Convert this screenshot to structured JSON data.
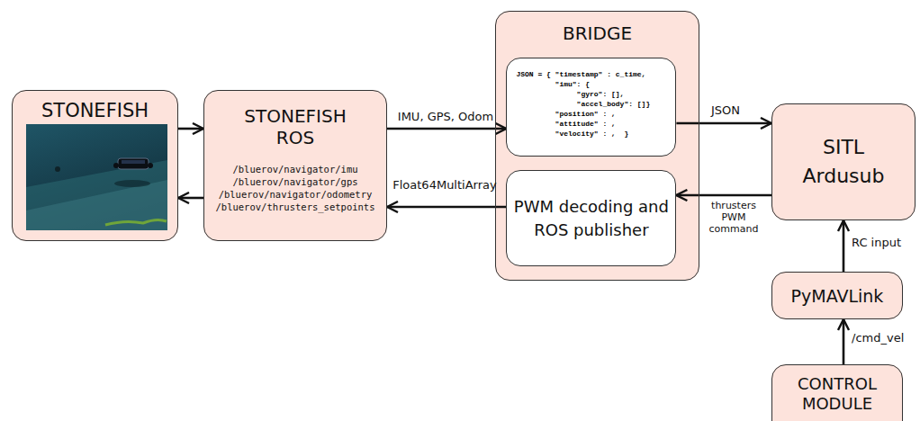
{
  "diagram": {
    "nodes": [
      {
        "text": [
          "STONEFISH"
        ]
      },
      {
        "text": [
          "STONEFISH ROS",
          "/bluerov/navigator/imu",
          "/bluerov/navigator/gps",
          "/bluerov/navigator/odometry",
          "/bluerov/thrusters_setpoints"
        ]
      },
      {
        "text": [
          "BRIDGE"
        ]
      },
      {
        "text": [
          "JSON = { \"timestamp\" : c_time,",
          "\"imu\": {",
          "\"gyro\": [],",
          "\"accel_body\": []}",
          "\"position\" : ,",
          "\"attitude\" : ,",
          "\"velocity\" : ,  }"
        ],
        "in": 2
      },
      {
        "text": [
          "PWM decoding and ROS publisher"
        ],
        "in": 2
      },
      {
        "text": [
          "SITL Ardusub"
        ]
      },
      {
        "text": [
          "PyMAVLink"
        ]
      },
      {
        "text": [
          "CONTROL MODULE"
        ]
      }
    ],
    "edges": [
      {
        "from": 0,
        "to": 1,
        "arrow": "to"
      },
      {
        "from": 1,
        "to": 0,
        "arrow": "to"
      },
      {
        "from": 1,
        "to": 3,
        "label": "IMU, GPS, Odom",
        "arrow": "to"
      },
      {
        "from": 3,
        "to": 5,
        "label": "JSON",
        "arrow": "to"
      },
      {
        "from": 5,
        "to": 4,
        "label": "thrusters PWM command",
        "arrow": "to"
      },
      {
        "from": 4,
        "to": 1,
        "label": "Float64MultiArray",
        "arrow": "to"
      },
      {
        "from": 6,
        "to": 5,
        "label": "RC input",
        "arrow": "to"
      },
      {
        "from": 7,
        "to": 6,
        "label": "/cmd_vel",
        "arrow": "to"
      }
    ]
  }
}
